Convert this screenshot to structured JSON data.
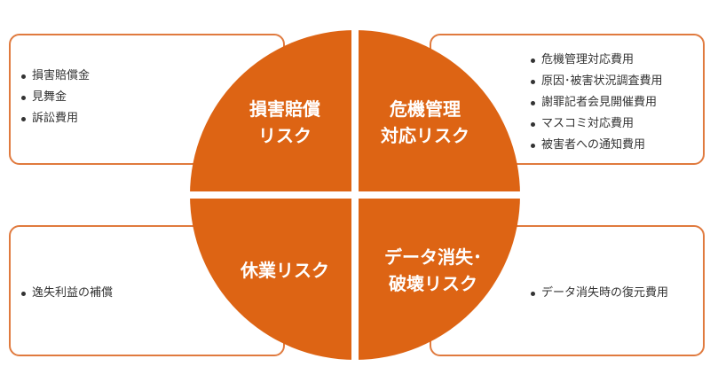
{
  "colors": {
    "quadrant_fill": "#dd6414",
    "border": "#e07a3e",
    "divider": "#ffffff",
    "text": "#333333"
  },
  "quadrants": {
    "top_left": {
      "label": "損害賠償\nリスク",
      "items": [
        "損害賠償金",
        "見舞金",
        "訴訟費用"
      ]
    },
    "top_right": {
      "label": "危機管理\n対応リスク",
      "items": [
        "危機管理対応費用",
        "原因･被害状況調査費用",
        "謝罪記者会見開催費用",
        "マスコミ対応費用",
        "被害者への通知費用"
      ]
    },
    "bottom_left": {
      "label": "休業リスク",
      "items": [
        "逸失利益の補償"
      ]
    },
    "bottom_right": {
      "label": "データ消失･\n破壊リスク",
      "items": [
        "データ消失時の復元費用"
      ]
    }
  }
}
